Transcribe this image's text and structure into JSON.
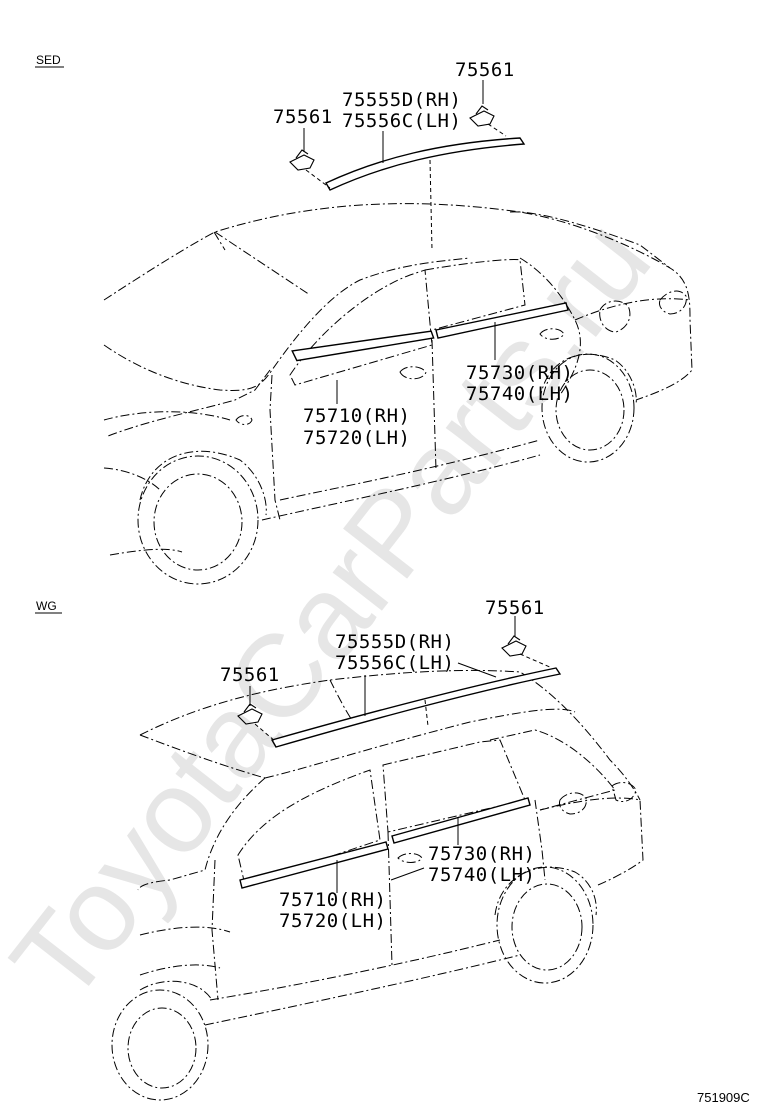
{
  "watermark": "ToyotaCarParts.ru",
  "sections": [
    {
      "key": "sed",
      "label": "SED",
      "labels": {
        "clip_right": "75561",
        "clip_left": "75561",
        "roof_rh": "75555D(RH)",
        "roof_lh": "75556C(LH)",
        "front_rh": "75710(RH)",
        "front_lh": "75720(LH)",
        "rear_rh": "75730(RH)",
        "rear_lh": "75740(LH)"
      }
    },
    {
      "key": "wg",
      "label": "WG",
      "labels": {
        "clip_right": "75561",
        "clip_left": "75561",
        "roof_rh": "75555D(RH)",
        "roof_lh": "75556C(LH)",
        "front_rh": "75710(RH)",
        "front_lh": "75720(LH)",
        "rear_rh": "75730(RH)",
        "rear_lh": "75740(LH)"
      }
    }
  ],
  "diagram_code": "751909C"
}
